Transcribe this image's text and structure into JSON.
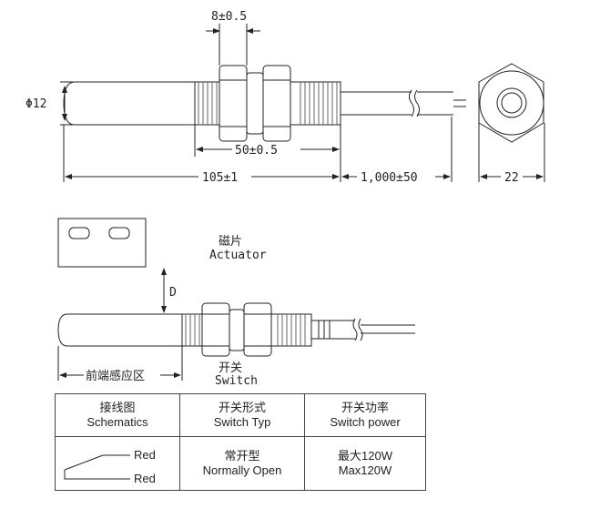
{
  "dimensions": {
    "diameter": "Φ12",
    "nut_width": "8±0.5",
    "thread_length": "50±0.5",
    "body_length": "105±1",
    "cable_length": "1,000±50",
    "hex_across": "22"
  },
  "labels": {
    "actuator_cn": "磁片",
    "actuator_en": "Actuator",
    "distance": "D",
    "sensing_zone": "前端感应区",
    "switch_cn": "开关",
    "switch_en": "Switch"
  },
  "table": {
    "headers": [
      {
        "cn": "接线图",
        "en": "Schematics"
      },
      {
        "cn": "开关形式",
        "en": "Switch Typ"
      },
      {
        "cn": "开关功率",
        "en": "Switch power"
      }
    ],
    "schematic_wires": [
      "Red",
      "Red"
    ],
    "switch_type": {
      "cn": "常开型",
      "en": "Normally Open"
    },
    "switch_power": {
      "cn": "最大120W",
      "en": "Max120W"
    }
  }
}
